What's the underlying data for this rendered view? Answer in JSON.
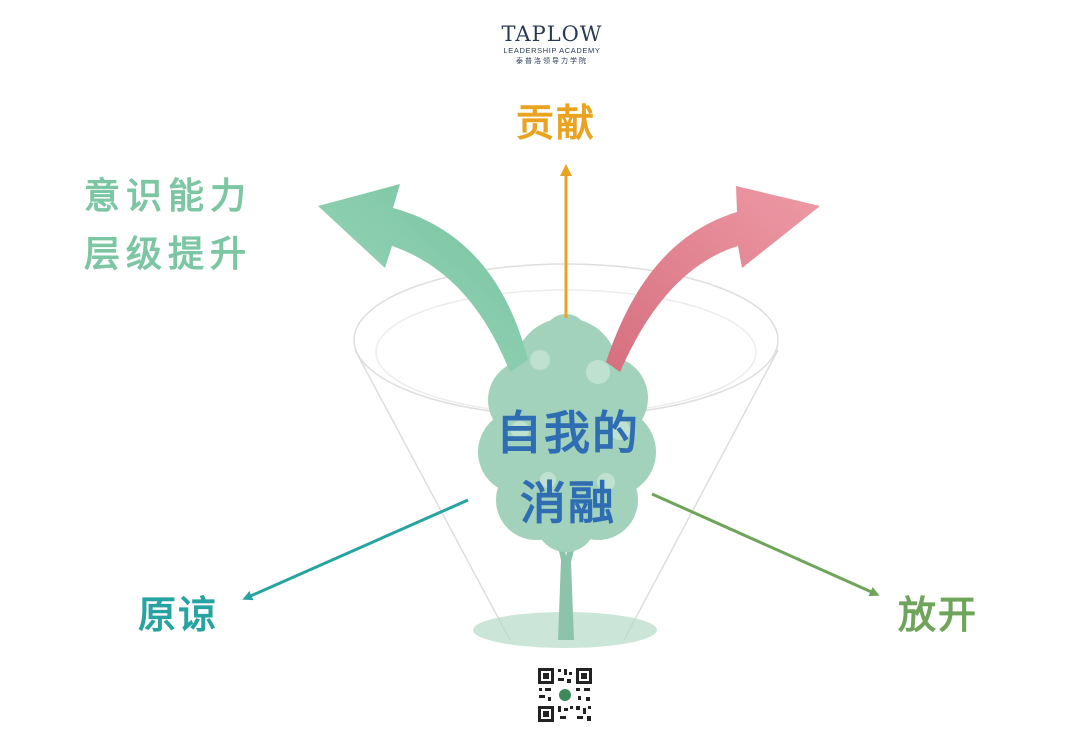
{
  "logo": {
    "name": "TAPLOW",
    "subtitle": "LEADERSHIP ACADEMY",
    "chinese": "泰普洛领导力学院"
  },
  "labels": {
    "contribution": "贡献",
    "awareness_line1": "意识能力",
    "awareness_line2": "层级提升",
    "forgive": "原谅",
    "let_go": "放开",
    "center_line1": "自我的",
    "center_line2": "消融"
  },
  "colors": {
    "contribution": "#e9a320",
    "awareness": "#7cc6a4",
    "forgive": "#27a3a1",
    "let_go": "#6fa55a",
    "center": "#2f6db2",
    "pink_arrow": "#e07e8c",
    "tree": "#9ccdb7",
    "funnel_line": "#d9d9d9"
  },
  "icons": {
    "tree": "tree-illustration",
    "qr": "qr-code-icon"
  }
}
